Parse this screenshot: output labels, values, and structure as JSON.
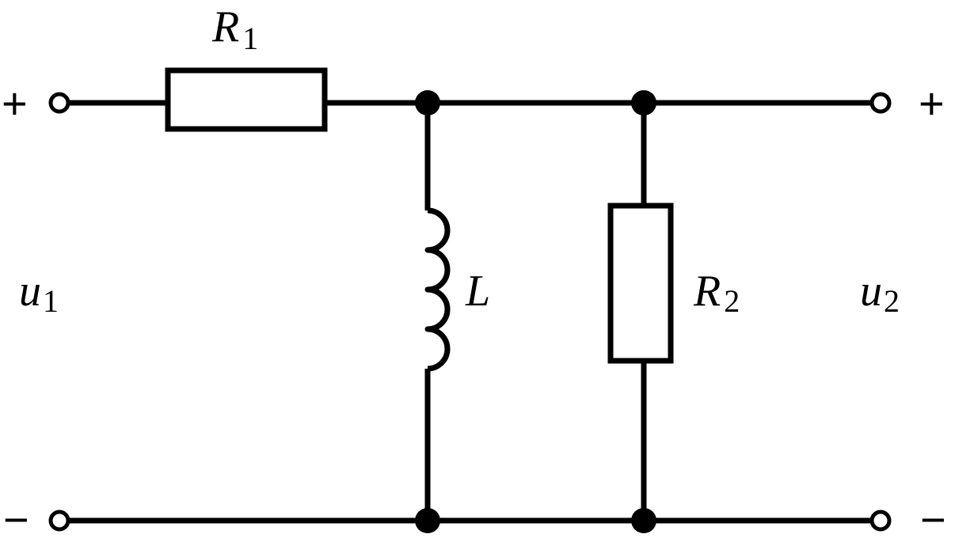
{
  "diagram": {
    "type": "circuit",
    "components": {
      "r1": {
        "symbol": "R",
        "subscript": "1"
      },
      "inductor": {
        "symbol": "L"
      },
      "r2": {
        "symbol": "R",
        "subscript": "2"
      }
    },
    "ports": {
      "input": {
        "voltage_symbol": "u",
        "voltage_subscript": "1",
        "plus": "+",
        "minus": "−"
      },
      "output": {
        "voltage_symbol": "u",
        "voltage_subscript": "2",
        "plus": "+",
        "minus": "−"
      }
    }
  }
}
